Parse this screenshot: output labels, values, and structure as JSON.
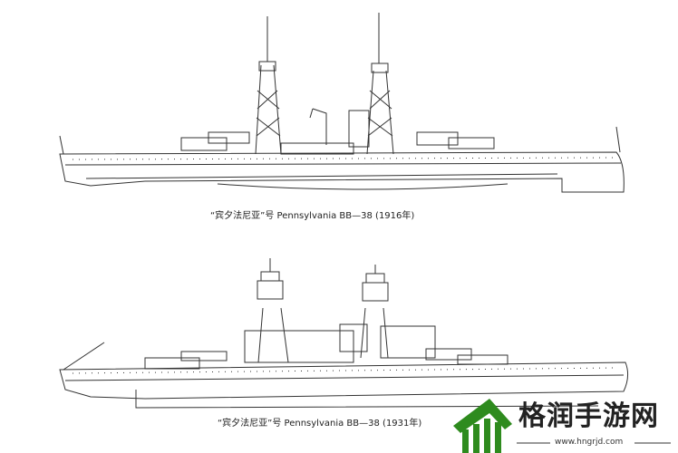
{
  "diagrams": [
    {
      "caption": "“宾夕法尼亚”号  Pennsylvania BB—38 (1916年)"
    },
    {
      "caption": "“宾夕法尼亚”号  Pennsylvania BB—38 (1931年)"
    }
  ],
  "watermark": {
    "title": "格润手游网",
    "url": "www.hngrjd.com",
    "color": "#2e8b1e"
  }
}
